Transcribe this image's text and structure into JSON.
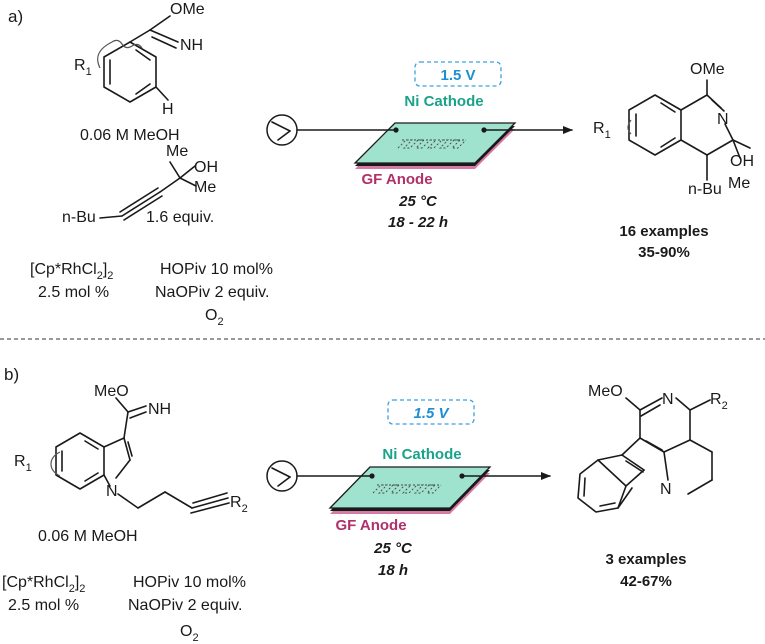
{
  "panel_a": {
    "label": "a)",
    "substrate": {
      "ome": "OMe",
      "nh": "NH",
      "r1": "R",
      "r1_sub": "1",
      "h": "H",
      "solvent": "0.06 M MeOH"
    },
    "alkyne": {
      "me_top": "Me",
      "oh": "OH",
      "me_bottom": "Me",
      "nbu": "n-Bu",
      "equiv": "1.6 equiv."
    },
    "catalyst": {
      "name_pre": "[Cp*RhCl",
      "name_sub": "2",
      "name_post": "]",
      "name_sub2": "2",
      "loading": "2.5 mol %"
    },
    "additives": {
      "hopiv": "HOPiv 10 mol%",
      "naopiv": "NaOPiv 2 equiv.",
      "oxidant": "O",
      "oxidant_sub": "2"
    },
    "cell": {
      "voltage": "1.5 V",
      "cathode": "Ni Cathode",
      "anode": "GF Anode",
      "temperature": "25 °C",
      "time": "18 - 22 h"
    },
    "product": {
      "ome": "OMe",
      "n": "N",
      "r1": "R",
      "r1_sub": "1",
      "oh": "OH",
      "me": "Me",
      "nbu": "n-Bu"
    },
    "result": {
      "examples": "16 examples",
      "yield": "35-90%"
    }
  },
  "panel_b": {
    "label": "b)",
    "substrate": {
      "meo": "MeO",
      "nh": "NH",
      "r1": "R",
      "r1_sub": "1",
      "n": "N",
      "r2": "R",
      "r2_sub": "2",
      "solvent": "0.06 M MeOH"
    },
    "catalyst": {
      "name_pre": "[Cp*RhCl",
      "name_sub": "2",
      "name_post": "]",
      "name_sub2": "2",
      "loading": "2.5 mol %"
    },
    "additives": {
      "hopiv": "HOPiv 10 mol%",
      "naopiv": "NaOPiv 2 equiv.",
      "oxidant": "O",
      "oxidant_sub": "2"
    },
    "cell": {
      "voltage": "1.5 V",
      "cathode": "Ni Cathode",
      "anode": "GF Anode",
      "temperature": "25 °C",
      "time": "18 h"
    },
    "product": {
      "meo": "MeO",
      "n_ring": "N",
      "n_indole": "N",
      "r2": "R",
      "r2_sub": "2"
    },
    "result": {
      "examples": "3 examples",
      "yield": "42-67%"
    }
  },
  "colors": {
    "cathode_text": "#1aa38a",
    "anode_text": "#b0306a",
    "voltage_text": "#1e8fd0",
    "voltage_border": "#3aa0e0",
    "electrode_fill": "#9fe3cf",
    "anode_layer": "#d77aa6"
  }
}
